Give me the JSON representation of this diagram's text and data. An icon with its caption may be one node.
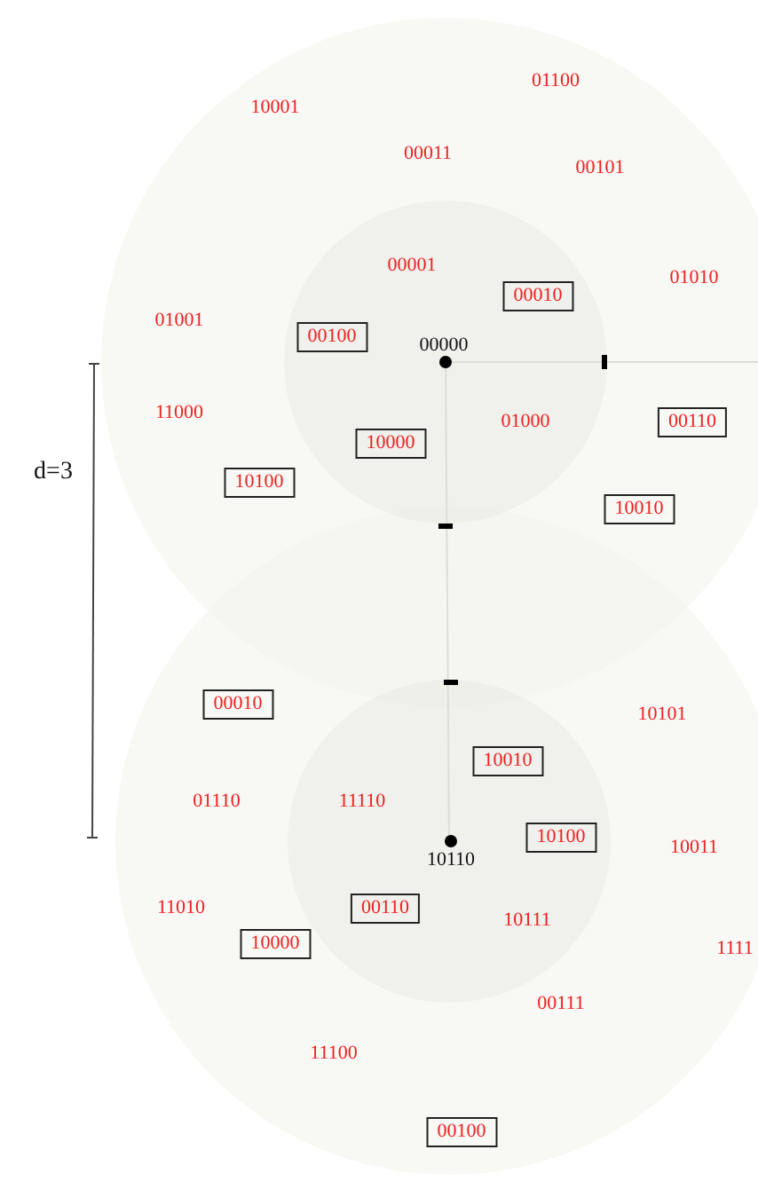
{
  "diagram": {
    "nodes": [
      {
        "text": [
          "00010"
        ]
      },
      {
        "text": [
          "00100"
        ]
      },
      {
        "text": [
          "10000"
        ]
      },
      {
        "text": [
          "00110"
        ]
      },
      {
        "text": [
          "10100"
        ]
      },
      {
        "text": [
          "10010"
        ]
      },
      {
        "text": [
          "00010"
        ]
      },
      {
        "text": [
          "10010"
        ]
      },
      {
        "text": [
          "10100"
        ]
      },
      {
        "text": [
          "00110"
        ]
      },
      {
        "text": [
          "10000"
        ]
      },
      {
        "text": [
          "00100"
        ]
      }
    ],
    "labels": [
      "01100",
      "10001",
      "00011",
      "00101",
      "00001",
      "01010",
      "01001",
      "00000",
      "11000",
      "01000",
      "d=3",
      "10101",
      "01110",
      "11110",
      "10110",
      "10011",
      "11010",
      "10111",
      "1111",
      "00111",
      "11100"
    ]
  }
}
